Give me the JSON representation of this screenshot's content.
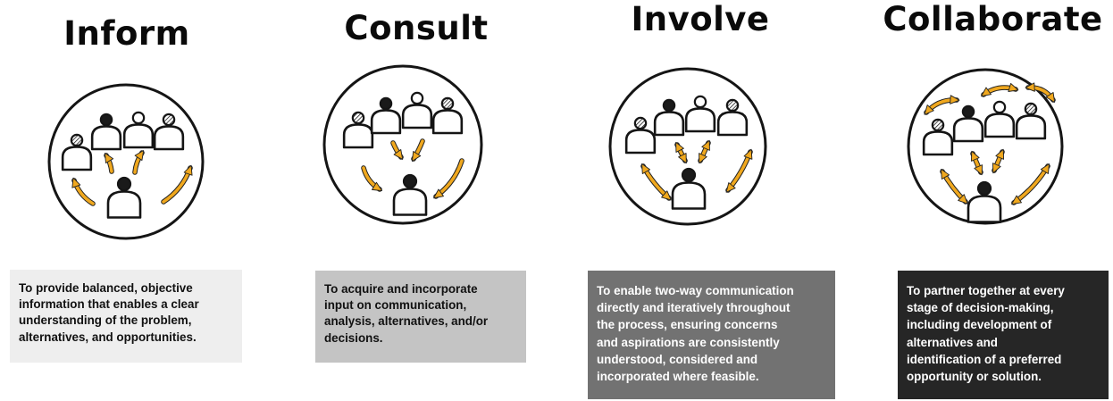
{
  "levels": [
    {
      "title": "Inform",
      "description": [
        "To provide balanced, objective",
        "information that enables a clear",
        "understanding of the problem,",
        "alternatives, and opportunities."
      ]
    },
    {
      "title": "Consult",
      "description": [
        "To acquire and incorporate",
        "input on communication,",
        "analysis, alternatives,  and/or",
        "decisions."
      ]
    },
    {
      "title": "Involve",
      "description": [
        "To enable two-way  communication",
        "directly and iteratively throughout",
        "the process, ensuring concerns",
        "and aspirations are consistently",
        "understood, considered and",
        "incorporated where feasible."
      ]
    },
    {
      "title": "Collaborate",
      "description": [
        "To partner together at every",
        "stage of decision-making,",
        "including development of",
        "alternatives and",
        "identification of a preferred",
        "opportunity or solution."
      ]
    }
  ],
  "colors": {
    "arrow": "#f0a81e",
    "outline": "#151515",
    "inform_box": "#eeeeee",
    "consult_box": "#c4c4c4",
    "involve_box": "#727272",
    "collaborate_box": "#262626"
  }
}
